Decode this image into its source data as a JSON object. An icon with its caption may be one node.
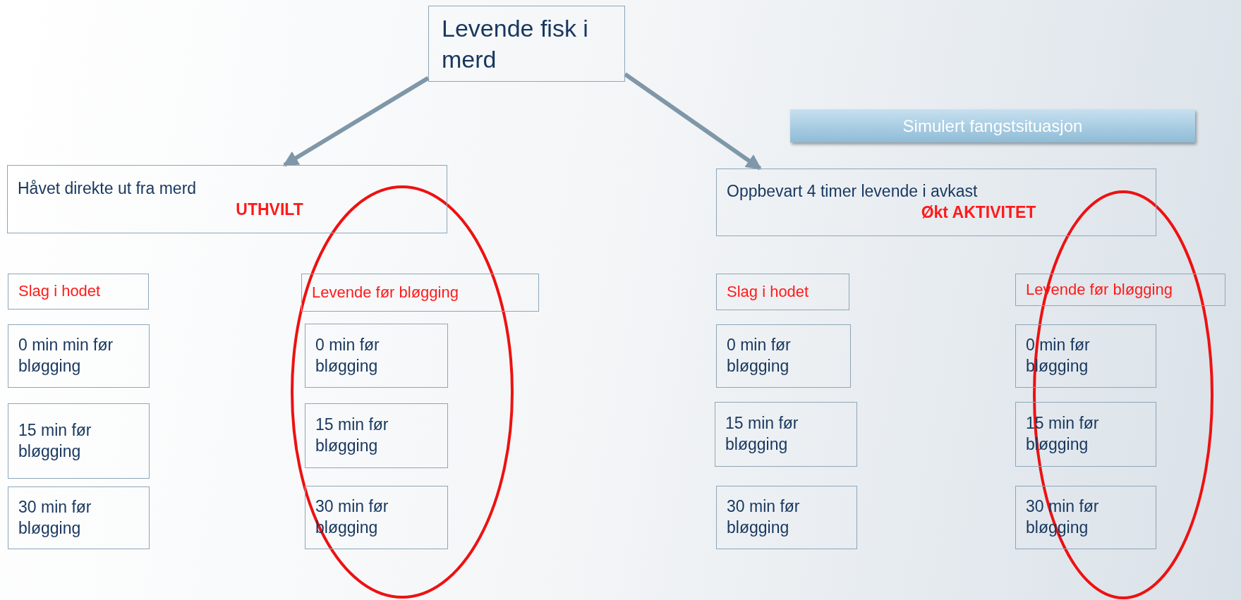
{
  "diagram": {
    "nodes": [
      {
        "text": [
          "Levende fisk i merd"
        ]
      },
      {
        "text": [
          "Håvet direkte ut fra merd",
          "UTHVILT"
        ]
      },
      {
        "text": [
          "Oppbevart 4 timer levende i avkast",
          "Økt AKTIVITET"
        ]
      },
      {
        "text": [
          "Simulert fangstsituasjon"
        ]
      },
      {
        "text": [
          "Slag i hodet"
        ]
      },
      {
        "text": [
          "Levende før bløgging"
        ]
      },
      {
        "text": [
          "0 min min før bløgging"
        ]
      },
      {
        "text": [
          "0 min før bløgging"
        ]
      },
      {
        "text": [
          "15 min før bløgging"
        ]
      },
      {
        "text": [
          "15 min før bløgging"
        ]
      },
      {
        "text": [
          "30 min før bløgging"
        ]
      },
      {
        "text": [
          "30 min før bløgging"
        ]
      },
      {
        "text": [
          "Slag i hodet"
        ]
      },
      {
        "text": [
          "Levende før bløgging"
        ]
      },
      {
        "text": [
          "0 min før bløgging"
        ]
      },
      {
        "text": [
          "0 min før bløgging"
        ]
      },
      {
        "text": [
          "15 min før bløgging"
        ]
      },
      {
        "text": [
          "15 min før bløgging"
        ]
      },
      {
        "text": [
          "30 min før bløgging"
        ]
      },
      {
        "text": [
          "30 min før bløgging"
        ]
      }
    ],
    "edges": [
      {
        "from": 0,
        "to": 1,
        "arrow": "to"
      },
      {
        "from": 0,
        "to": 2,
        "arrow": "to"
      }
    ]
  }
}
